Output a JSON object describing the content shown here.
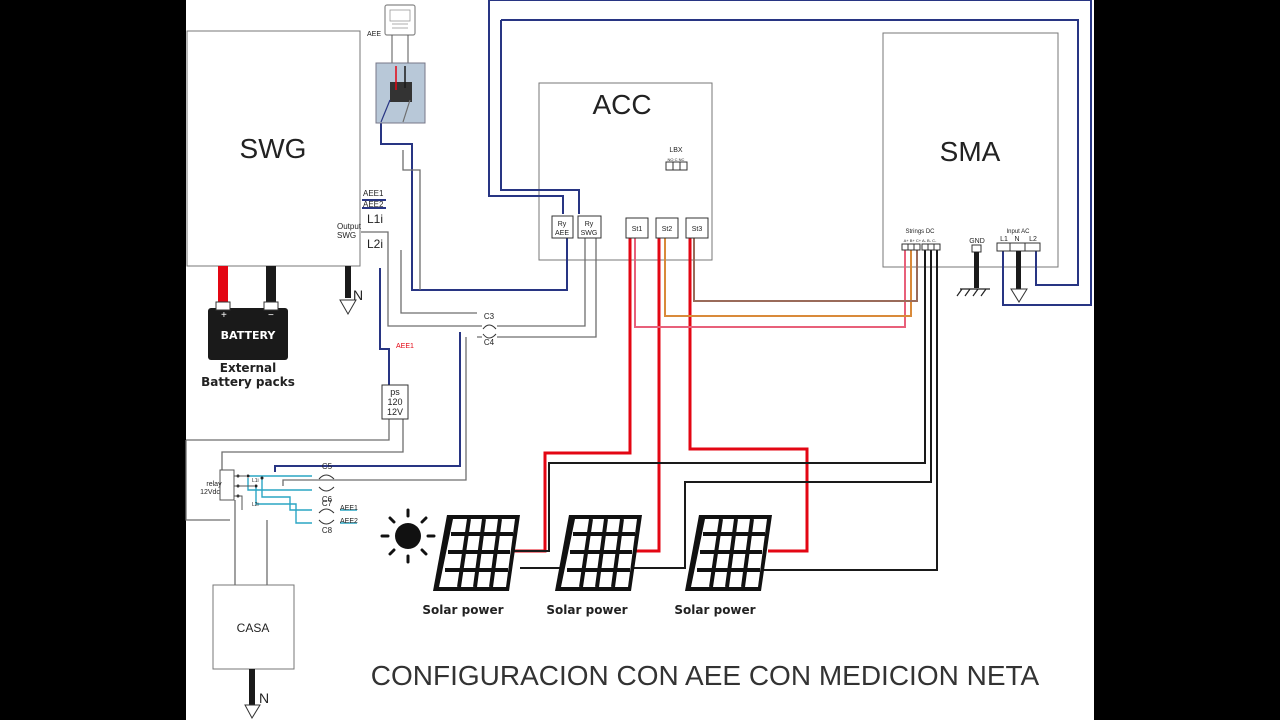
{
  "diagram": {
    "title": "CONFIGURACION CON AEE CON MEDICION NETA",
    "blocks": {
      "swg": "SWG",
      "acc": "ACC",
      "sma": "SMA",
      "casa": "CASA"
    },
    "swg_labels": {
      "aee1": "AEE1",
      "aee2": "AEE2",
      "l1i": "L1i",
      "output_line1": "Output",
      "output_line2": "SWG",
      "l2i": "L2i"
    },
    "meter_label": "AEE",
    "battery": {
      "label": "BATTERY",
      "caption_line1": "External",
      "caption_line2": "Battery packs"
    },
    "neutral_label": "N",
    "acc_parts": {
      "lbx": "LBX",
      "lbx_contacts": "NO C NC",
      "ry_aee_1": "Ry",
      "ry_aee_2": "AEE",
      "ry_swg_1": "Ry",
      "ry_swg_2": "SWG",
      "st1": "St1",
      "st2": "St2",
      "st3": "St3"
    },
    "sma_parts": {
      "strings_dc": "Strings DC",
      "strings_terms": "A+ B+ C+ A- B- C-",
      "gnd": "GND",
      "input_ac": "Input AC",
      "l1": "L1",
      "n": "N",
      "l2": "L2"
    },
    "contacts": {
      "c3": "C3",
      "c4": "C4",
      "c5": "C5",
      "c6": "C6",
      "c7": "C7",
      "c8": "C8"
    },
    "aee1_red": "AEE1",
    "ps": {
      "line1": "ps",
      "line2": "120",
      "line3": "12V"
    },
    "relay": {
      "line1": "relay",
      "line2": "12Vdc",
      "l1i": "L1i",
      "l2i": "L2i"
    },
    "relay_outputs": {
      "aee1": "AEE1",
      "aee2": "AEE2"
    },
    "solar": {
      "panel1": "Solar power",
      "panel2": "Solar power",
      "panel3": "Solar power"
    },
    "colors": {
      "navy": "#283583",
      "red": "#e30613",
      "pink": "#e8607a",
      "orange": "#d98a3a",
      "brown": "#9a6b5a",
      "black": "#1a1a1a",
      "gray": "#6e6e6e",
      "teal": "#2aa6c4"
    }
  }
}
